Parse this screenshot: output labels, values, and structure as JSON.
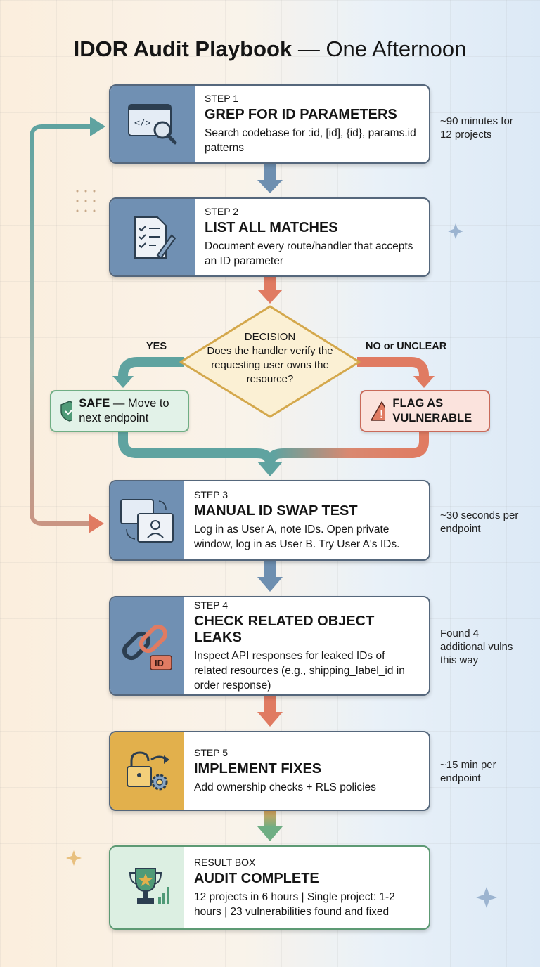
{
  "title": {
    "bold": "IDOR Audit Playbook",
    "rest": " — One Afternoon"
  },
  "steps": [
    {
      "step": "STEP 1",
      "title": "GREP FOR ID PARAMETERS",
      "desc": "Search codebase for :id, [id], {id}, params.id patterns",
      "note": "~90 minutes for 12 projects"
    },
    {
      "step": "STEP 2",
      "title": "LIST ALL MATCHES",
      "desc": "Document every route/handler that accepts an ID parameter"
    },
    {
      "step": "STEP 3",
      "title": "MANUAL ID SWAP TEST",
      "desc": "Log in as User A, note IDs. Open private window, log in as User B. Try User A's IDs.",
      "note": "~30 seconds per endpoint"
    },
    {
      "step": "STEP 4",
      "title": "CHECK RELATED OBJECT LEAKS",
      "desc": "Inspect API responses for leaked IDs of related resources (e.g., shipping_label_id in order response)",
      "note": "Found 4 additional vulns this way",
      "badge": "ID"
    },
    {
      "step": "STEP 5",
      "title": "IMPLEMENT FIXES",
      "desc": "Add ownership checks + RLS policies",
      "note": "~15 min per endpoint"
    }
  ],
  "decision": {
    "label": "DECISION",
    "question": "Does the handler verify the requesting user owns the resource?",
    "yes": "YES",
    "no": "NO or UNCLEAR",
    "safe_bold": "SAFE",
    "safe_rest": " — Move to next endpoint",
    "flag": "FLAG AS VULNERABLE"
  },
  "result": {
    "step": "RESULT BOX",
    "title": "AUDIT COMPLETE",
    "desc": "12 projects in 6 hours | Single project: 1-2 hours | 23 vulnerabilities found and fixed"
  },
  "colors": {
    "blue": "#7090b3",
    "teal": "#5fa3a0",
    "orange": "#e07b62",
    "gold": "#e2b04c",
    "green": "#dcefe2"
  }
}
